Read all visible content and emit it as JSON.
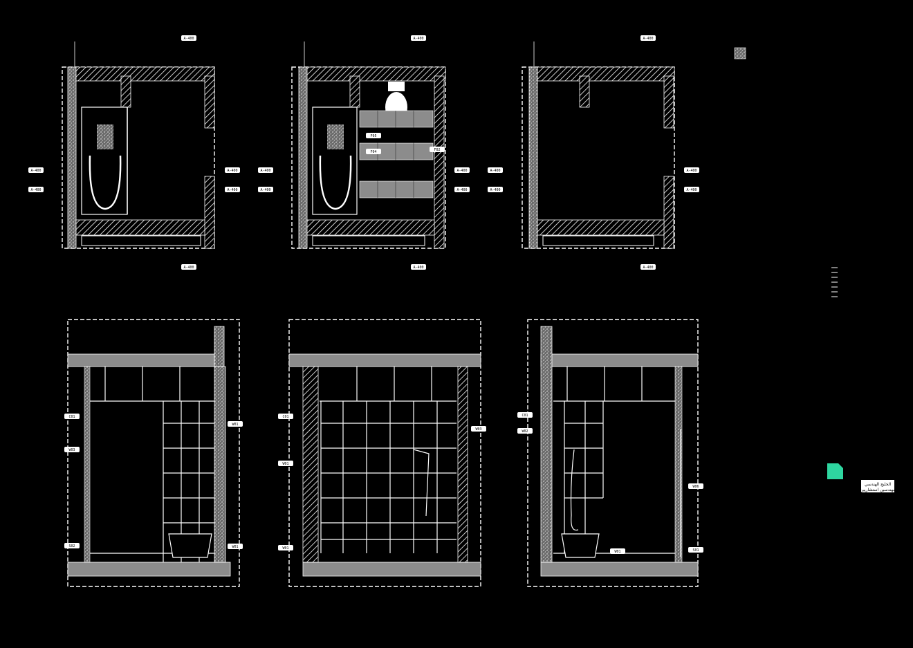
{
  "sheet": {
    "background": "#000000",
    "line_color": "#ffffff",
    "fill_gray": "#8c8c8c",
    "accent": "#2ed6a0"
  },
  "plans": [
    {
      "id": "plan-1",
      "ref_top": "A-400",
      "ref_bottom": "A-400",
      "ref_left_1": "A-400",
      "ref_left_2": "A-400",
      "ref_right_1": "A-400",
      "ref_right_2": "A-400",
      "fixtures": [
        "bathtub",
        "shower-drain"
      ]
    },
    {
      "id": "plan-2",
      "ref_top": "A-400",
      "ref_bottom": "A-400",
      "ref_left_1": "A-400",
      "ref_left_2": "A-400",
      "ref_right_1": "A-400",
      "ref_right_2": "A-400",
      "tags": [
        "F05",
        "F04",
        "F02"
      ],
      "fixtures": [
        "bathtub",
        "toilet",
        "floor-tiles"
      ]
    },
    {
      "id": "plan-3",
      "ref_top": "A-400",
      "ref_bottom": "A-400",
      "ref_left_1": "A-400",
      "ref_left_2": "A-400",
      "ref_right_1": "A-400",
      "ref_right_2": "A-400",
      "fixtures": []
    }
  ],
  "elevations": [
    {
      "id": "elevation-1",
      "tags": [
        "C01",
        "W03",
        "S02",
        "W01",
        "W01"
      ]
    },
    {
      "id": "elevation-2",
      "tags": [
        "C01",
        "W01",
        "W01",
        "W03"
      ]
    },
    {
      "id": "elevation-3",
      "tags": [
        "C01",
        "W02",
        "W01",
        "W06",
        "S01"
      ]
    }
  ],
  "title_block": {
    "line1": "الخليج الهندسي",
    "line2": "مهندسين استشاريين"
  },
  "icons": [
    "gray-swatch-icon",
    "document-icon"
  ]
}
